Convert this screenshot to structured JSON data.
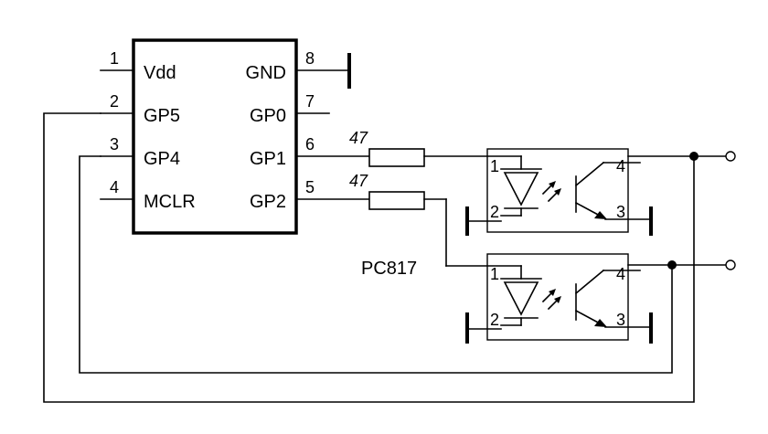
{
  "ic": {
    "pins": [
      {
        "num": "1",
        "name": "Vdd"
      },
      {
        "num": "2",
        "name": "GP5"
      },
      {
        "num": "3",
        "name": "GP4"
      },
      {
        "num": "4",
        "name": "MCLR"
      },
      {
        "num": "8",
        "name": "GND"
      },
      {
        "num": "7",
        "name": "GP0"
      },
      {
        "num": "6",
        "name": "GP1"
      },
      {
        "num": "5",
        "name": "GP2"
      }
    ]
  },
  "resistors": [
    {
      "value": "47"
    },
    {
      "value": "47"
    }
  ],
  "optocoupler": {
    "part": "PC817",
    "units": [
      {
        "pins": [
          "1",
          "2",
          "4",
          "3"
        ]
      },
      {
        "pins": [
          "1",
          "2",
          "4",
          "3"
        ]
      }
    ]
  }
}
